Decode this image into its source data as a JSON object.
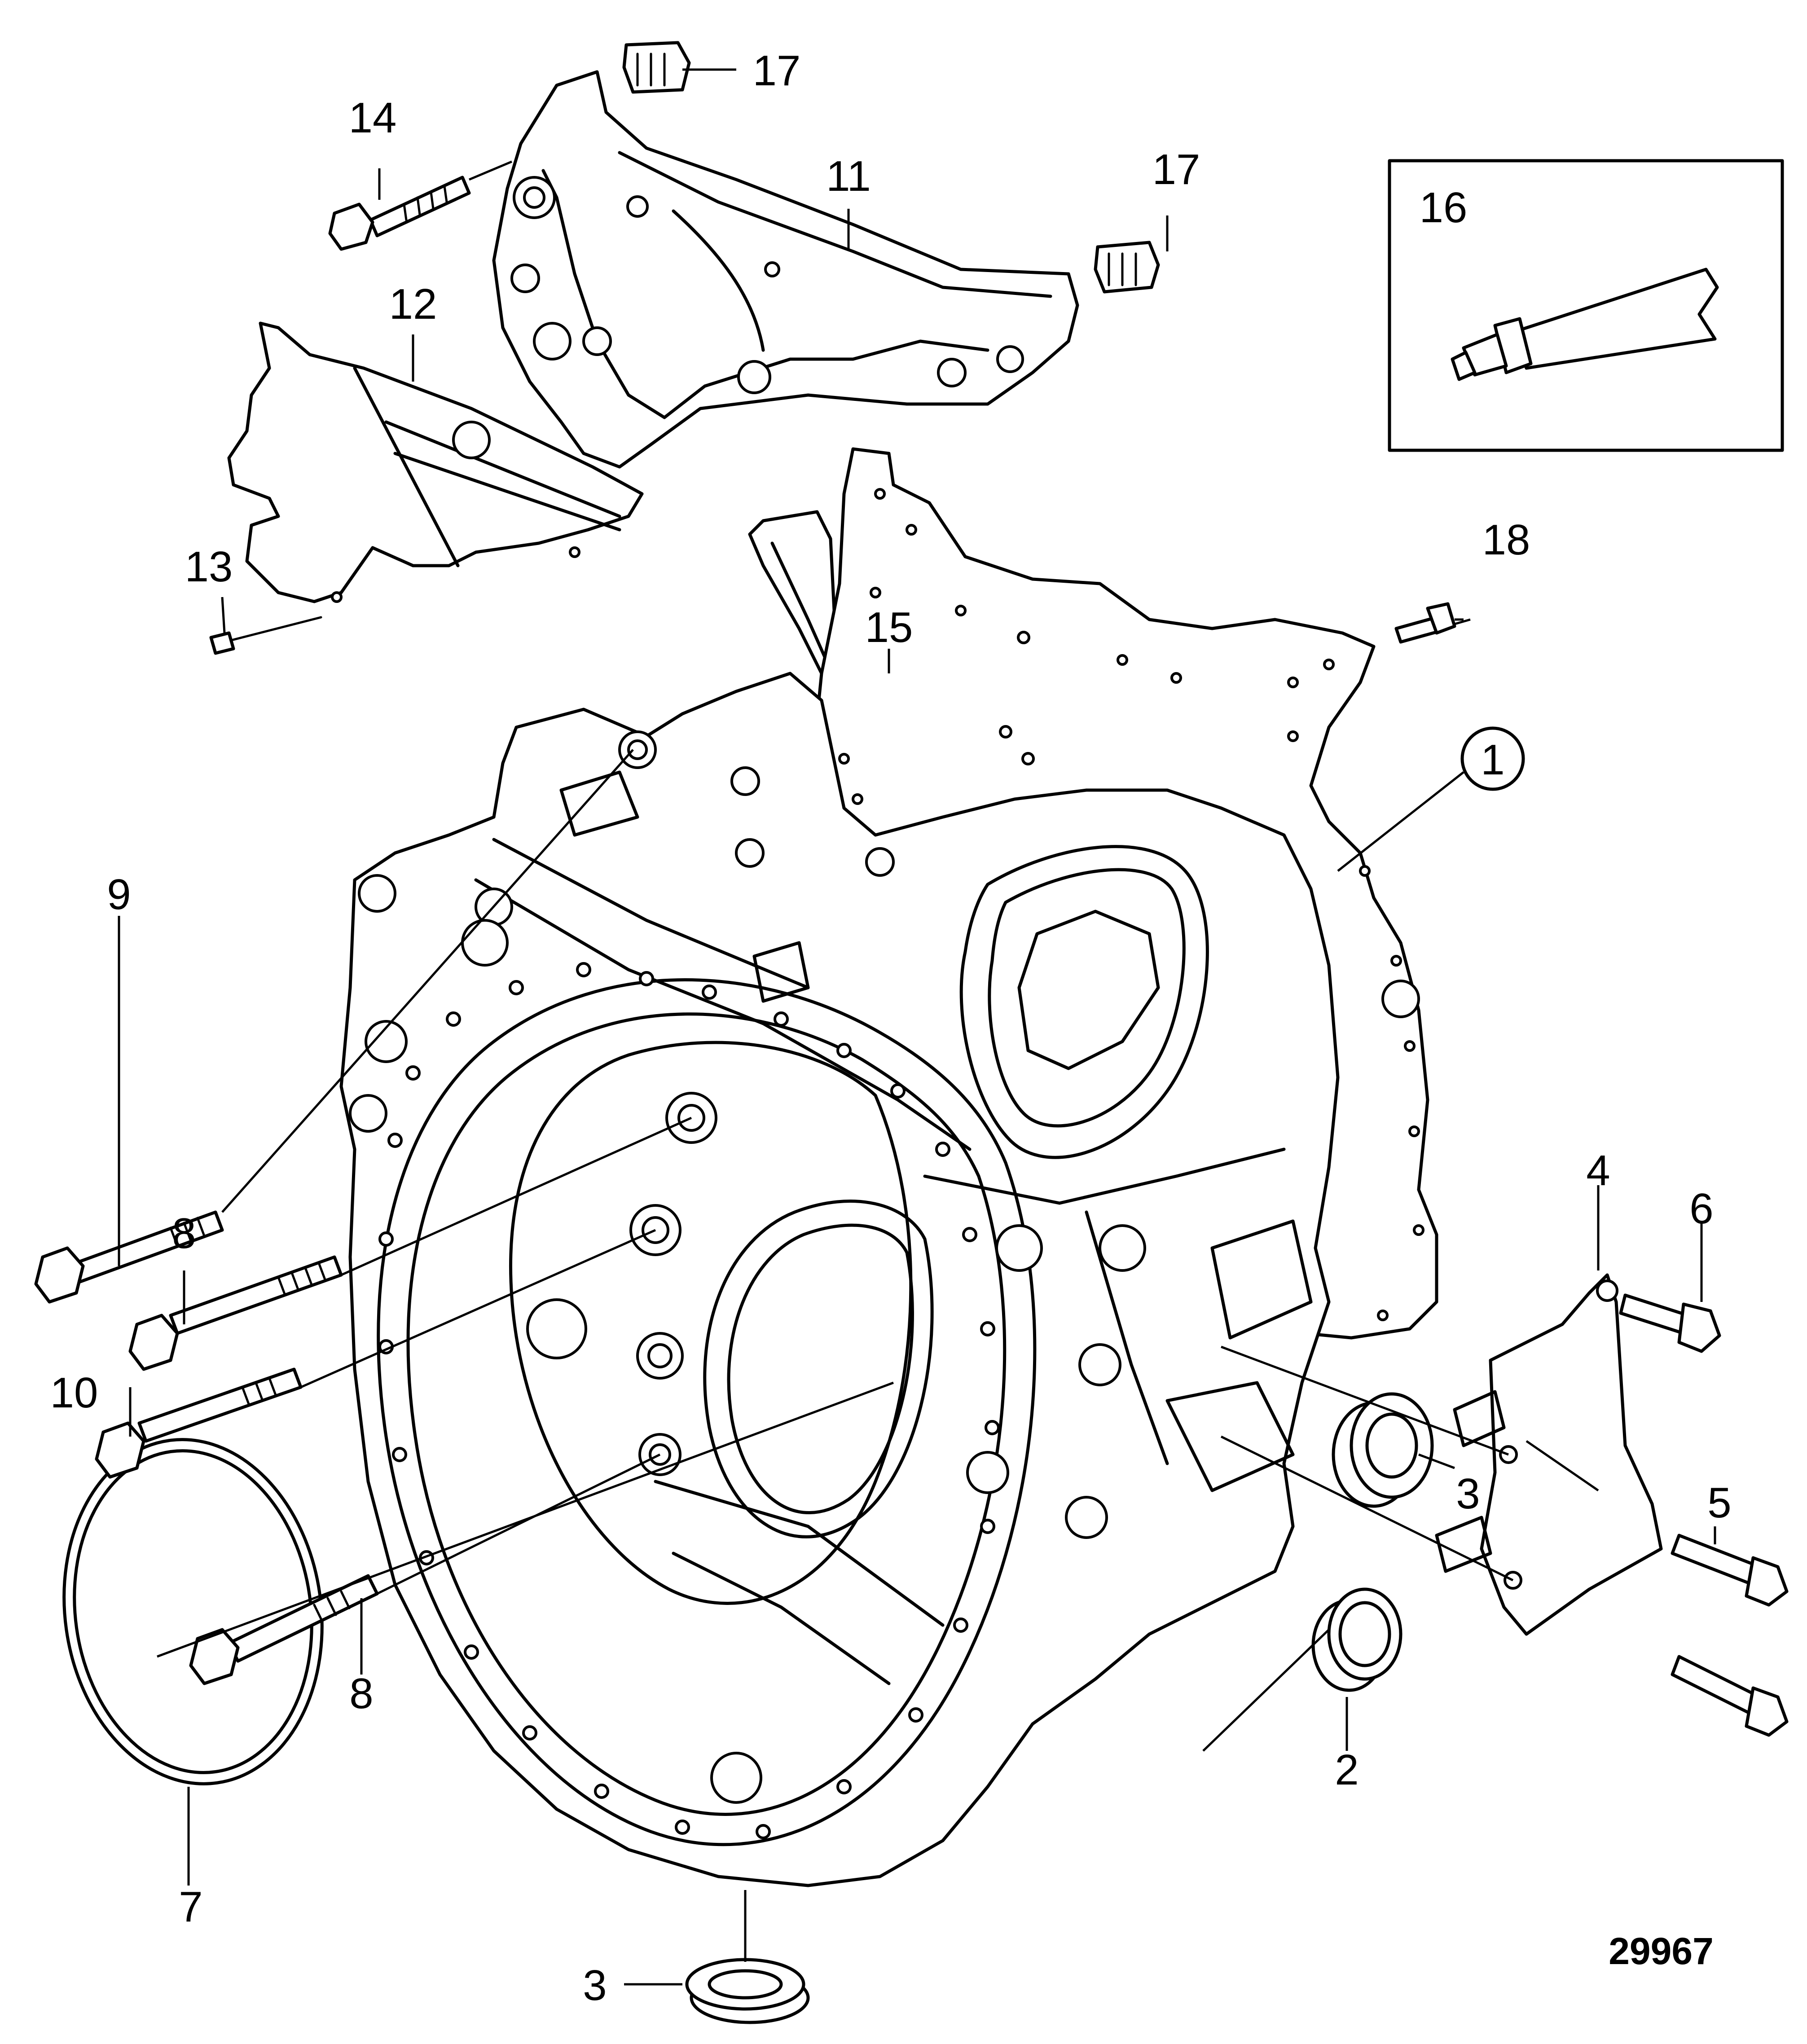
{
  "diagram": {
    "figure_number": "29967",
    "callouts": {
      "c1": "1",
      "c2": "2",
      "c3a": "3",
      "c3b": "3",
      "c4": "4",
      "c5": "5",
      "c6": "6",
      "c7": "7",
      "c8a": "8",
      "c8b": "8",
      "c9": "9",
      "c10": "10",
      "c11": "11",
      "c12": "12",
      "c13": "13",
      "c14": "14",
      "c15": "15",
      "c16": "16",
      "c17a": "17",
      "c17b": "17",
      "c18": "18"
    }
  }
}
